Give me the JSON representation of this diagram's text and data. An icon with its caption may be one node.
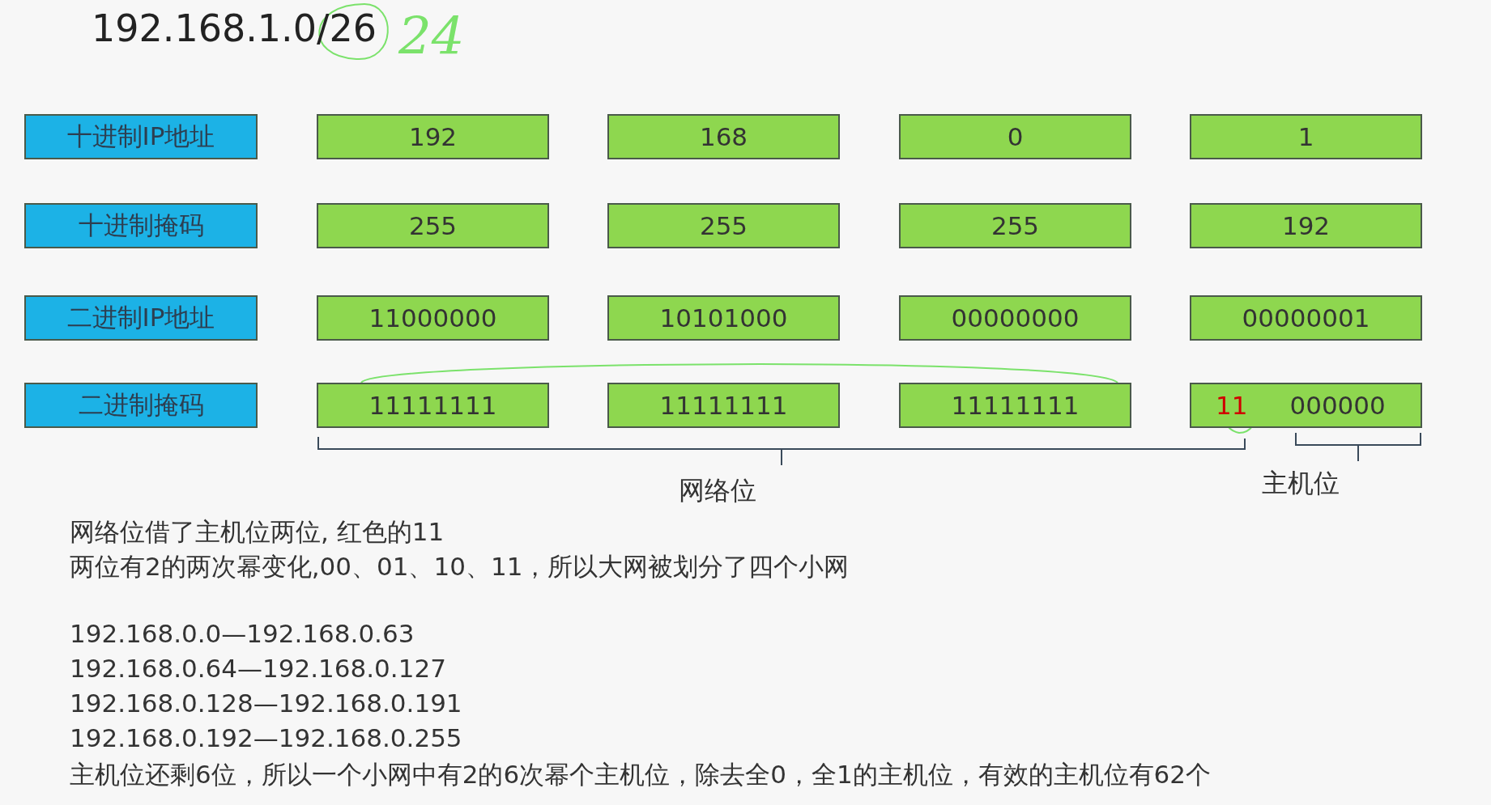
{
  "diagram": {
    "title": "192.168.1.0/26",
    "nodes": [
      {
        "text": [
          "十进制IP地址"
        ]
      },
      {
        "text": [
          "192"
        ]
      },
      {
        "text": [
          "168"
        ]
      },
      {
        "text": [
          "0"
        ]
      },
      {
        "text": [
          "1"
        ]
      },
      {
        "text": [
          "十进制掩码"
        ]
      },
      {
        "text": [
          "255"
        ]
      },
      {
        "text": [
          "255"
        ]
      },
      {
        "text": [
          "255"
        ]
      },
      {
        "text": [
          "192"
        ]
      },
      {
        "text": [
          "二进制IP地址"
        ]
      },
      {
        "text": [
          "11000000"
        ]
      },
      {
        "text": [
          "10101000"
        ]
      },
      {
        "text": [
          "00000000"
        ]
      },
      {
        "text": [
          "00000001"
        ]
      },
      {
        "text": [
          "二进制掩码"
        ]
      },
      {
        "text": [
          "11111111"
        ]
      },
      {
        "text": [
          "11111111"
        ]
      },
      {
        "text": [
          "11111111"
        ]
      },
      {
        "text": [
          "11",
          "000000"
        ]
      }
    ],
    "edges": [],
    "labels": [
      "24",
      "网络位",
      "主机位",
      "网络位借了主机位两位, 红色的11",
      "两位有2的两次幂变化,00、01、10、11，所以大网被划分了四个小网",
      "192.168.0.0—192.168.0.63",
      "192.168.0.64—192.168.0.127",
      "192.168.0.128—192.168.0.191",
      "192.168.0.192—192.168.0.255",
      "主机位还剩6位，所以一个小网中有2的6次幂个主机位，除去全0，全1的主机位，有效的主机位有62个"
    ]
  }
}
